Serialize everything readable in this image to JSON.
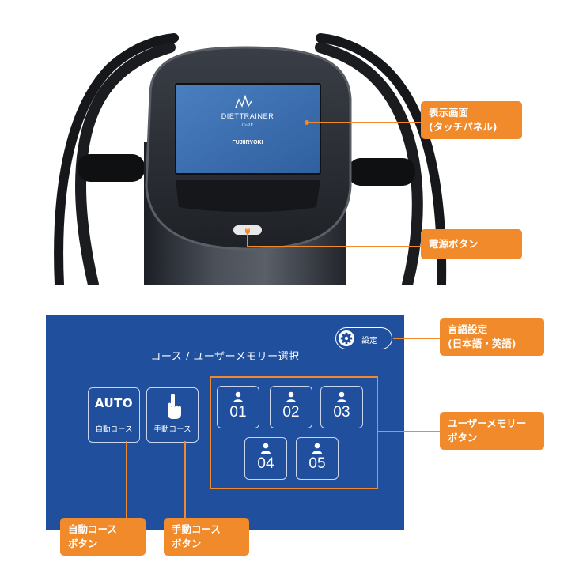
{
  "device": {
    "brand_logo": "DIETTRAINER",
    "brand_sub": "CoRE",
    "maker_logo": "FUJIIRYOKI"
  },
  "callouts": {
    "display": [
      "表示画面",
      "(タッチパネル)"
    ],
    "power": [
      "電源ボタン"
    ],
    "language": [
      "言語設定",
      "(日本語・英語)"
    ],
    "user_memory": [
      "ユーザーメモリー",
      "ボタン"
    ],
    "auto_course": [
      "自動コース",
      "ボタン"
    ],
    "manual_course": [
      "手動コース",
      "ボタン"
    ]
  },
  "screen": {
    "title": "コース / ユーザーメモリー選択",
    "settings_label": "設定",
    "auto": {
      "big": "AUTO",
      "label": "自動コース"
    },
    "manual": {
      "label": "手動コース"
    },
    "memories": [
      "01",
      "02",
      "03",
      "04",
      "05"
    ]
  },
  "colors": {
    "accent": "#f08a2a",
    "screen_bg": "#1f4f9d",
    "device_screen": "#3f73b4"
  },
  "icons": {
    "gear": "gear-icon",
    "hand": "hand-pointer-icon",
    "person": "person-icon",
    "power": "power-icon"
  }
}
